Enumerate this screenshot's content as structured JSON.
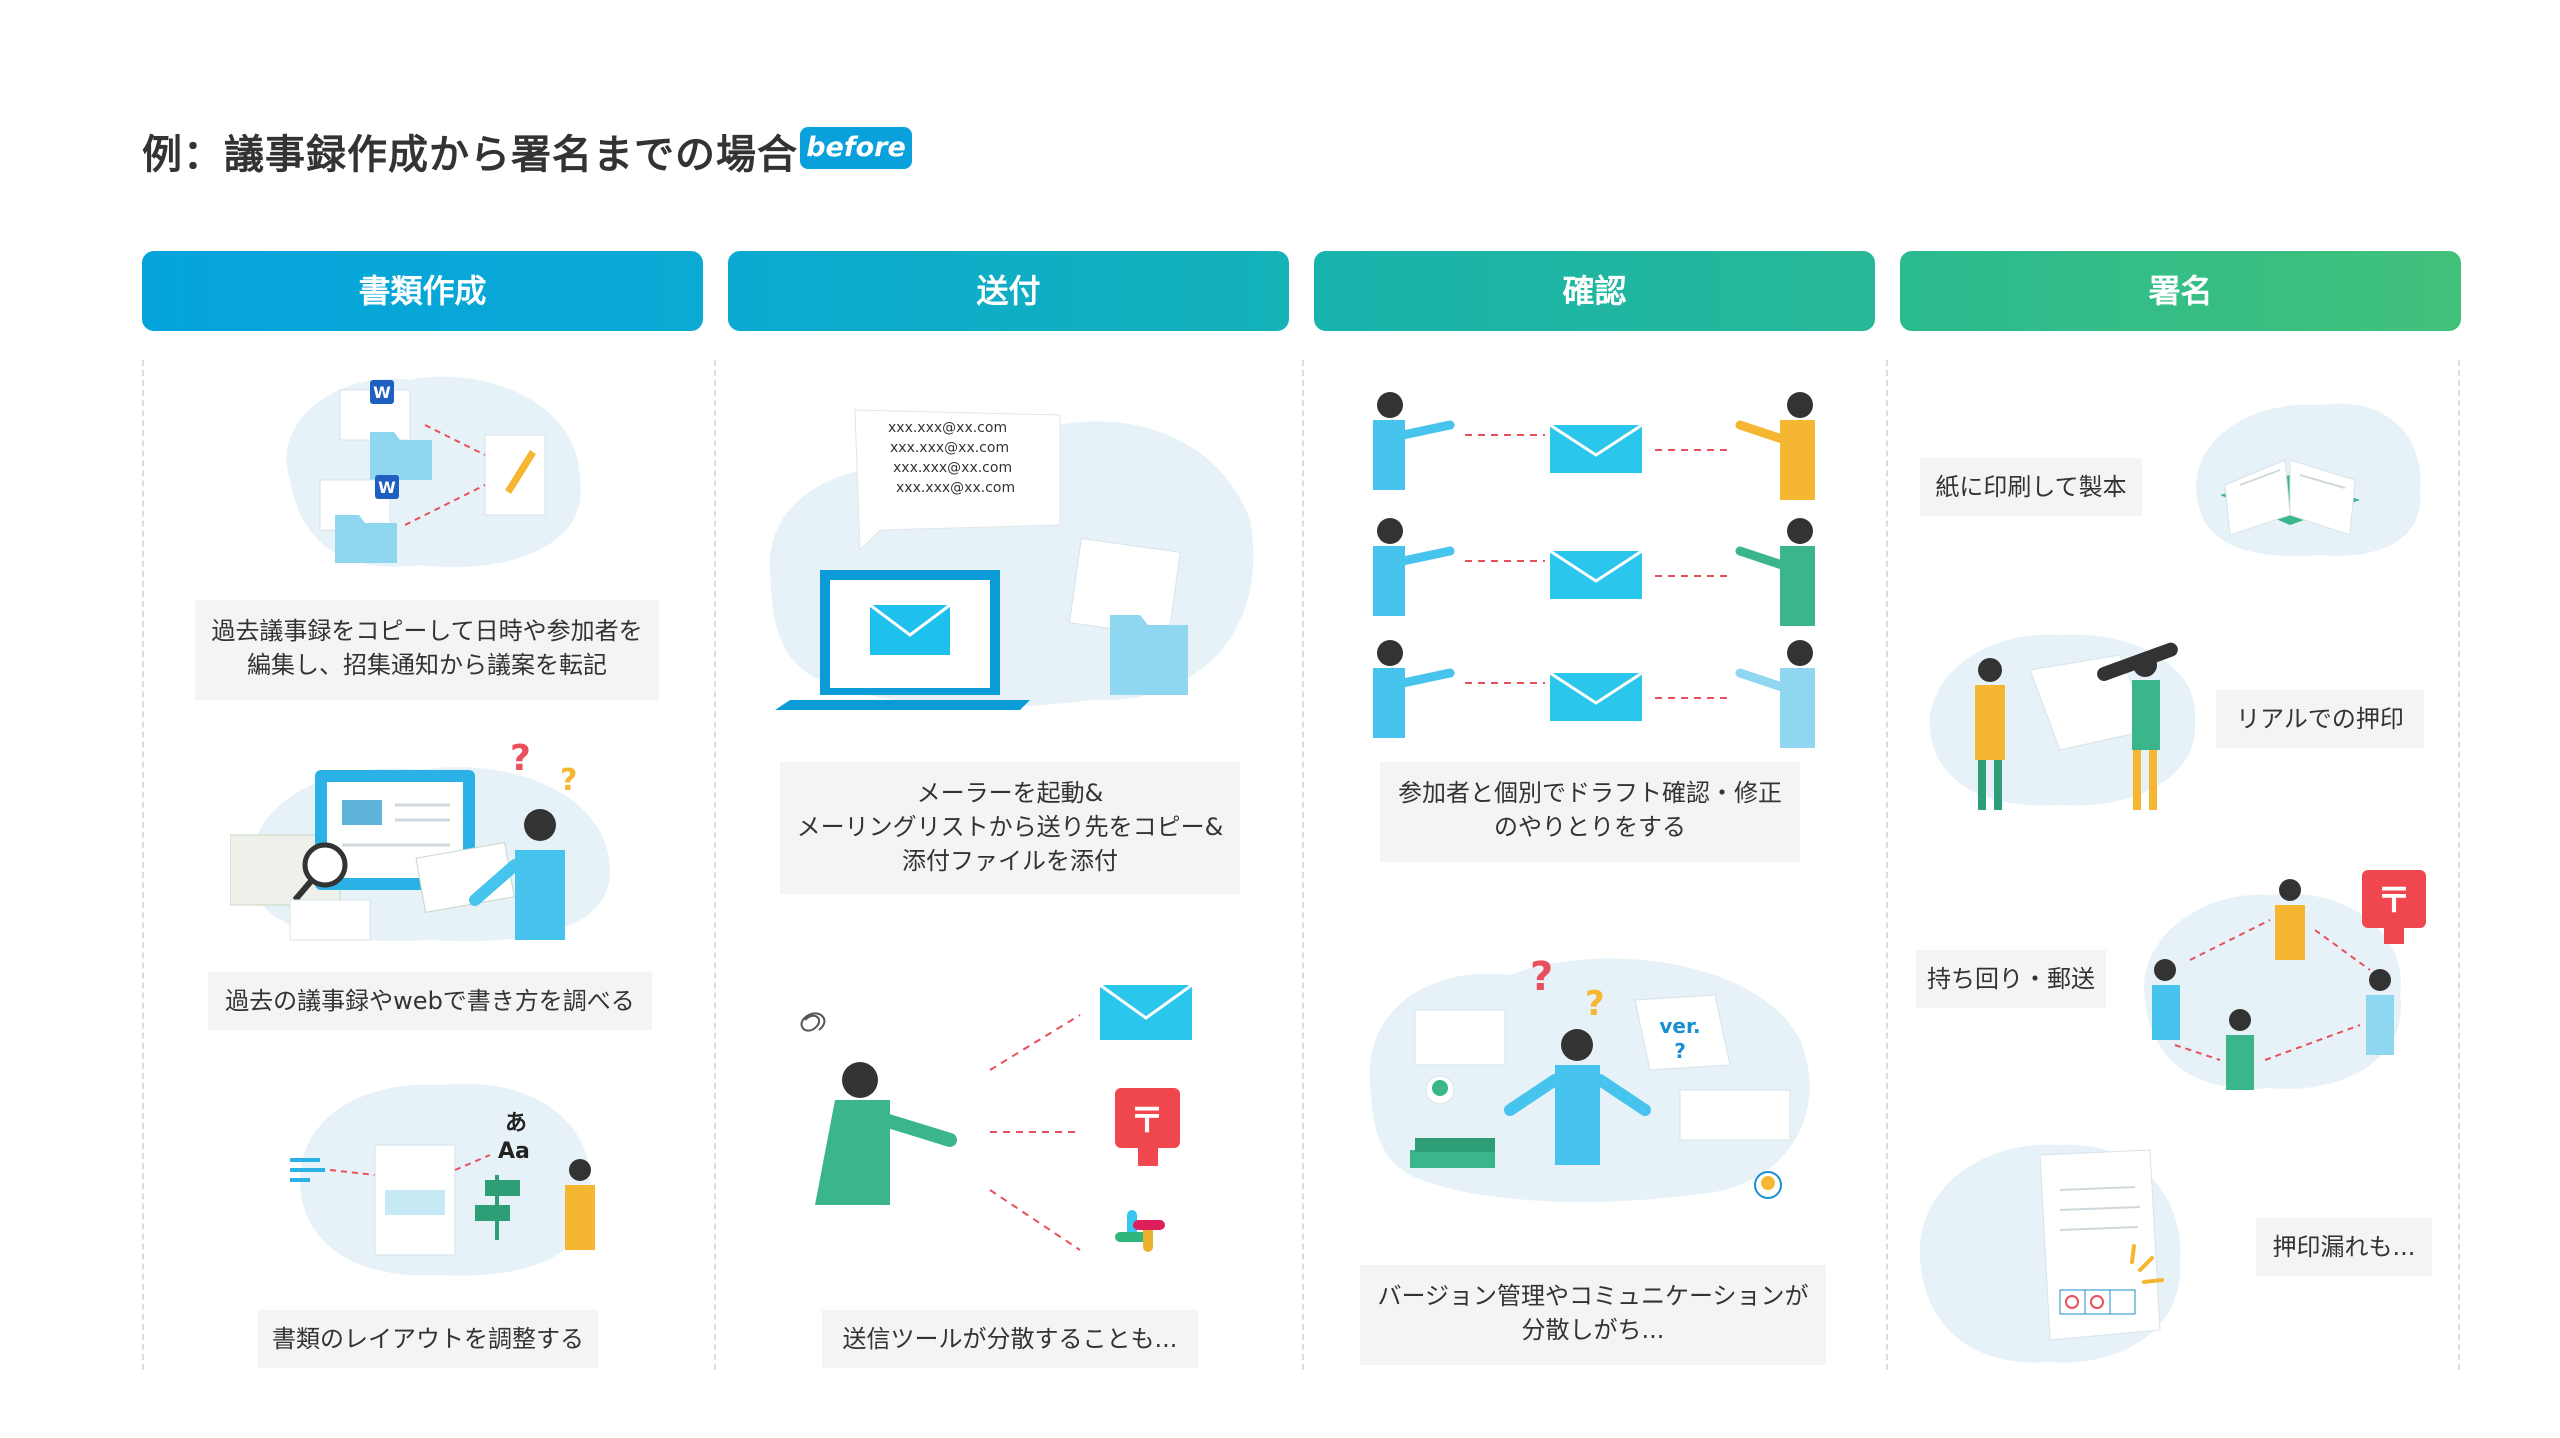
{
  "title": "例：議事録作成から署名までの場合",
  "badge": "before",
  "colors": {
    "phase_gradient": [
      "#04a3dc",
      "#3dbd7a"
    ],
    "blob": "#e6f2f8",
    "accent_blue": "#2bc6ec",
    "dash": "#e8505b",
    "post": "#f0474f"
  },
  "phases": [
    {
      "label": "書類作成",
      "steps": [
        {
          "caption": [
            "過去議事録をコピーして日時や参加者を",
            "編集し、招集通知から議案を転記"
          ],
          "icon": "document-copy-icon"
        },
        {
          "caption": [
            "過去の議事録やwebで書き方を調べる"
          ],
          "icon": "research-icon"
        },
        {
          "caption": [
            "書類のレイアウトを調整する"
          ],
          "icon": "layout-icon"
        }
      ]
    },
    {
      "label": "送付",
      "steps": [
        {
          "caption": [
            "メーラーを起動&",
            "メーリングリストから送り先をコピー&",
            "添付ファイルを添付"
          ],
          "icon": "laptop-mail-icon"
        },
        {
          "caption": [
            "送信ツールが分散することも..."
          ],
          "icon": "send-tools-icon"
        }
      ],
      "email_list": [
        "xxx.xxx@xx.com",
        "xxx.xxx@xx.com",
        "xxx.xxx@xx.com",
        "xxx.xxx@xx.com"
      ]
    },
    {
      "label": "確認",
      "steps": [
        {
          "caption": [
            "参加者と個別でドラフト確認・修正",
            "のやりとりをする"
          ],
          "icon": "mail-exchange-icon"
        },
        {
          "caption": [
            "バージョン管理やコミュニケーションが",
            "分散しがち..."
          ],
          "icon": "version-confusion-icon"
        }
      ],
      "version_label": "ver.",
      "version_q": "?"
    },
    {
      "label": "署名",
      "steps": [
        {
          "caption": [
            "紙に印刷して製本"
          ],
          "icon": "book-icon"
        },
        {
          "caption": [
            "リアルでの押印"
          ],
          "icon": "stamp-icon"
        },
        {
          "caption": [
            "持ち回り・郵送"
          ],
          "icon": "mail-route-icon"
        },
        {
          "caption": [
            "押印漏れも..."
          ],
          "icon": "missing-stamp-icon"
        }
      ]
    }
  ],
  "glyphs": {
    "word": "W",
    "post": "〒",
    "question": "?",
    "a_hira": "あ",
    "a_latin": "Aa"
  }
}
